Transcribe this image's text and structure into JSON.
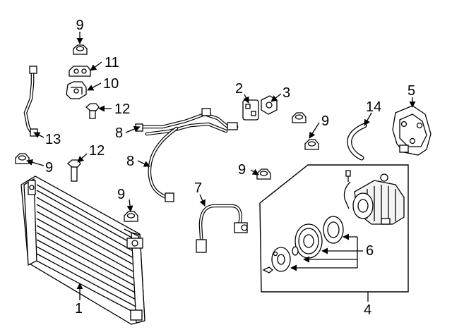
{
  "callouts": {
    "c1": "1",
    "c2": "2",
    "c3": "3",
    "c4": "4",
    "c5": "5",
    "c6": "6",
    "c7": "7",
    "c8a": "8",
    "c8b": "8",
    "c9a": "9",
    "c9b": "9",
    "c9c": "9",
    "c9d": "9",
    "c9e": "9",
    "c10": "10",
    "c11": "11",
    "c12a": "12",
    "c12b": "12",
    "c13": "13",
    "c14": "14"
  }
}
